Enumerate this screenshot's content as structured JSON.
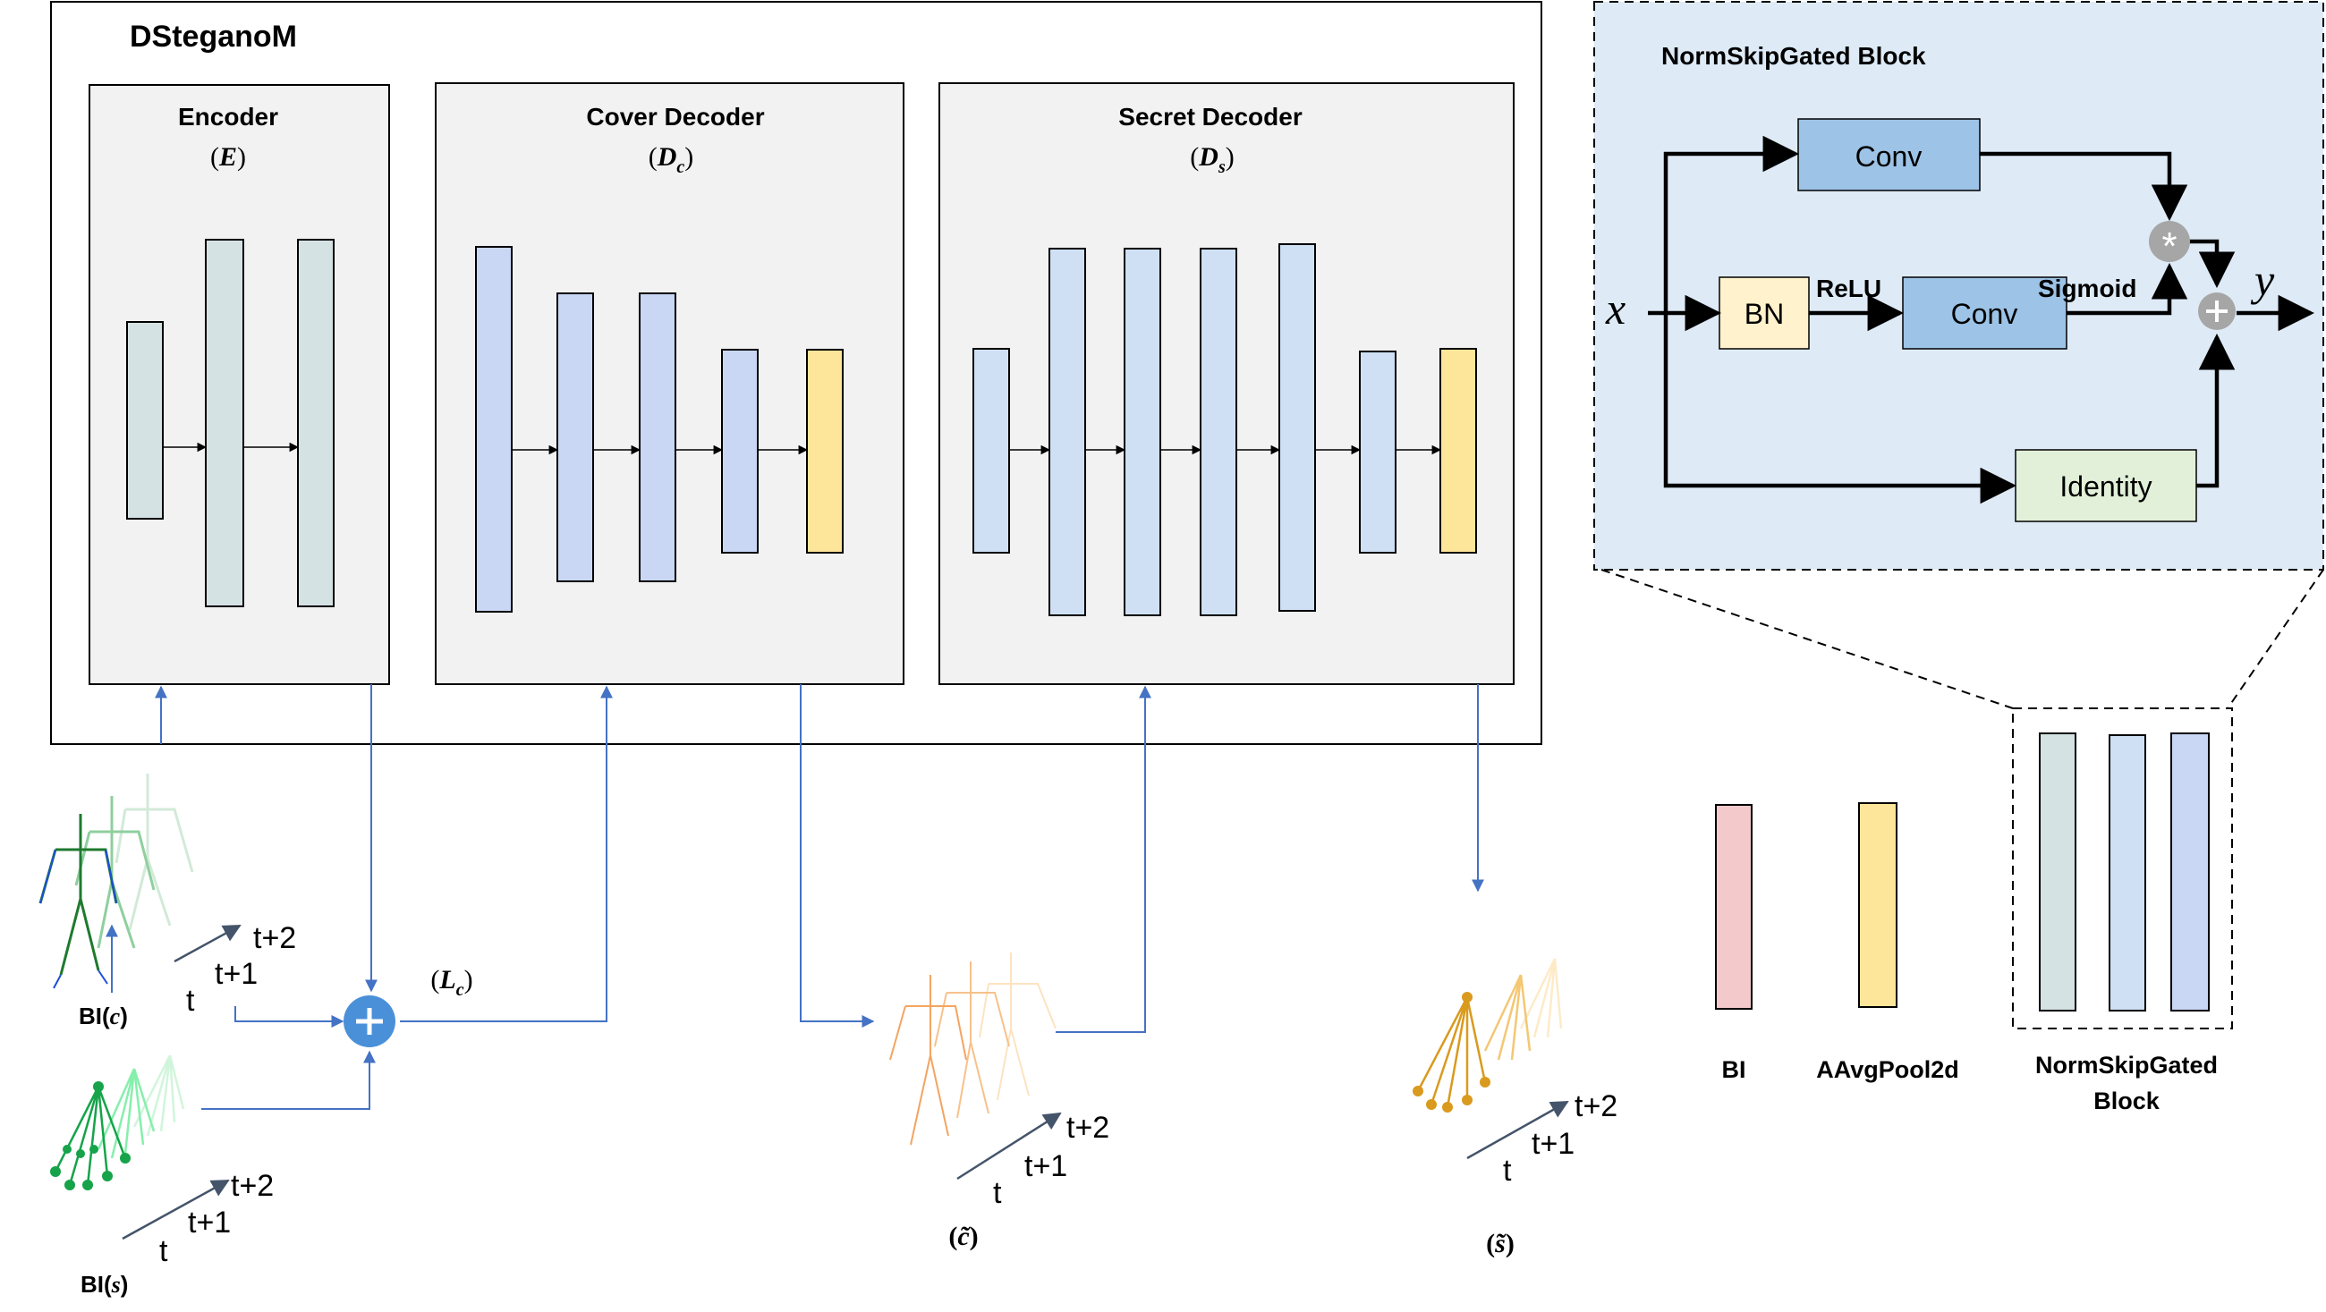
{
  "main": {
    "title": "DSteganoM",
    "encoder": {
      "name": "Encoder",
      "symbol": "E"
    },
    "cover_decoder": {
      "name": "Cover Decoder",
      "symbol": "D",
      "subscript": "c"
    },
    "secret_decoder": {
      "name": "Secret Decoder",
      "symbol": "D",
      "subscript": "s"
    }
  },
  "block_detail": {
    "title": "NormSkipGated Block",
    "input": "x",
    "output": "y",
    "conv_top": "Conv",
    "bn": "BN",
    "relu": "ReLU",
    "conv_mid": "Conv",
    "sigmoid": "Sigmoid",
    "identity": "Identity",
    "multiply_symbol": "*",
    "add_symbol": "+"
  },
  "inputs": {
    "cover_label_prefix": "BI(",
    "cover_label_var": "c",
    "secret_label_prefix": "BI(",
    "secret_label_var": "s",
    "label_suffix": ")",
    "loss_label": "L",
    "loss_sub": "c",
    "time_t": "t",
    "time_t1": "t+1",
    "time_t2": "t+2"
  },
  "outputs": {
    "cover_out": "c̃",
    "secret_out": "s̃"
  },
  "legend": {
    "bi": "BI",
    "aavgpool": "AAvgPool2d",
    "norm_block_line1": "NormSkipGated",
    "norm_block_line2": "Block"
  },
  "colors": {
    "encoder_layer": "#d5e2e4",
    "cover_layer": "#c9d7f5",
    "secret_layer": "#cfe0f4",
    "pool_layer": "#fde59a",
    "bi_layer": "#f4c9cc",
    "arrow_blue": "#4472c4",
    "panel_bg": "#f2f2f2",
    "block_bg": "#deebf7",
    "conv_fill": "#9dc3e6",
    "bn_fill": "#fff2cc",
    "identity_fill": "#e2f0d9",
    "skeleton_cover": "#1f7a2e",
    "skeleton_secret": "#22c55e",
    "skeleton_output": "#f4a460",
    "add_node": "#4a90d9"
  }
}
